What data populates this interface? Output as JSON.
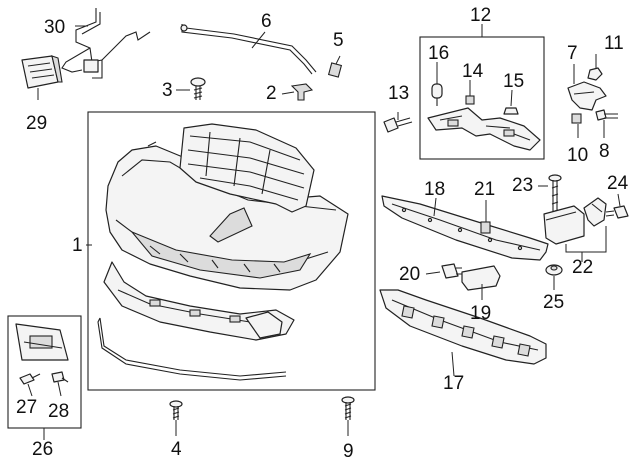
{
  "callouts": [
    {
      "id": "c30",
      "label": "30"
    },
    {
      "id": "c29",
      "label": "29"
    },
    {
      "id": "c6",
      "label": "6"
    },
    {
      "id": "c5",
      "label": "5"
    },
    {
      "id": "c3",
      "label": "3"
    },
    {
      "id": "c2",
      "label": "2"
    },
    {
      "id": "c12",
      "label": "12"
    },
    {
      "id": "c16",
      "label": "16"
    },
    {
      "id": "c14",
      "label": "14"
    },
    {
      "id": "c15",
      "label": "15"
    },
    {
      "id": "c13",
      "label": "13"
    },
    {
      "id": "c7",
      "label": "7"
    },
    {
      "id": "c11",
      "label": "11"
    },
    {
      "id": "c10",
      "label": "10"
    },
    {
      "id": "c8",
      "label": "8"
    },
    {
      "id": "c1",
      "label": "1"
    },
    {
      "id": "c18",
      "label": "18"
    },
    {
      "id": "c21",
      "label": "21"
    },
    {
      "id": "c23",
      "label": "23"
    },
    {
      "id": "c24",
      "label": "24"
    },
    {
      "id": "c22",
      "label": "22"
    },
    {
      "id": "c20",
      "label": "20"
    },
    {
      "id": "c19",
      "label": "19"
    },
    {
      "id": "c25",
      "label": "25"
    },
    {
      "id": "c17",
      "label": "17"
    },
    {
      "id": "c27",
      "label": "27"
    },
    {
      "id": "c28",
      "label": "28"
    },
    {
      "id": "c26",
      "label": "26"
    },
    {
      "id": "c4",
      "label": "4"
    },
    {
      "id": "c9",
      "label": "9"
    }
  ]
}
